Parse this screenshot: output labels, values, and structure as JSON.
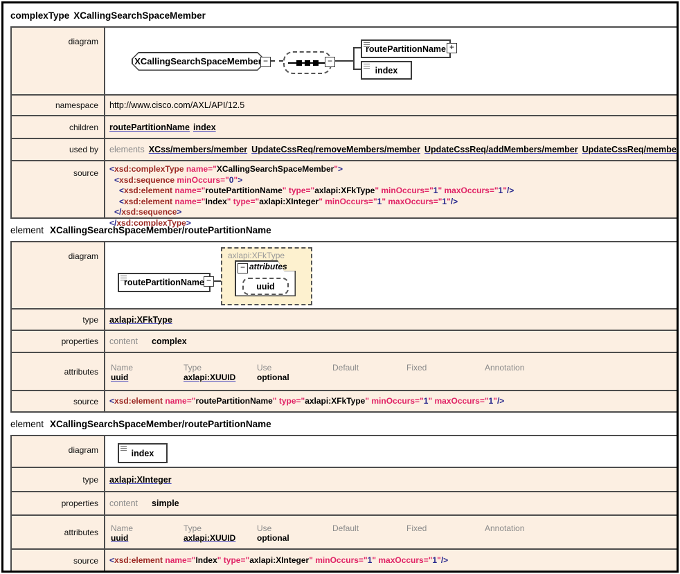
{
  "glyphs": {
    "collapse": "−",
    "expand": "+"
  },
  "colors": {
    "row_bg": "#fcefe2",
    "diagram_group_bg": "#fdf1cf",
    "table_border": "#4d4d4d",
    "code_tag": "#9c2a25",
    "code_attr": "#e02466",
    "code_number": "#26268c",
    "link_underline": "#4545bb"
  },
  "sections": [
    {
      "kind": "complexType",
      "title": "XCallingSearchSpaceMember",
      "row_labels": {
        "diagram": "diagram",
        "namespace": "namespace",
        "children": "children",
        "used_by": "used by",
        "source": "source"
      },
      "diagram": {
        "root": "XCallingSearchSpaceMember",
        "children": [
          "routePartitionName",
          "index"
        ]
      },
      "namespace": "http://www.cisco.com/AXL/API/12.5",
      "children_links": [
        "routePartitionName",
        "index"
      ],
      "used_by": {
        "prefix": "elements",
        "links": [
          "XCss/members/member",
          "UpdateCssReq/removeMembers/member",
          "UpdateCssReq/addMembers/member",
          "UpdateCssReq/members/member"
        ]
      },
      "source_lines": [
        {
          "indent": 0,
          "tokens": [
            [
              "p",
              "<"
            ],
            [
              "t",
              "xsd:complexType"
            ],
            [
              "a",
              " name=\""
            ],
            [
              "v",
              "XCallingSearchSpaceMember"
            ],
            [
              "a",
              "\""
            ],
            [
              "p",
              ">"
            ]
          ]
        },
        {
          "indent": 1,
          "tokens": [
            [
              "p",
              "<"
            ],
            [
              "t",
              "xsd:sequence"
            ],
            [
              "a",
              " minOccurs=\""
            ],
            [
              "n",
              "0"
            ],
            [
              "a",
              "\""
            ],
            [
              "p",
              ">"
            ]
          ]
        },
        {
          "indent": 2,
          "tokens": [
            [
              "p",
              "<"
            ],
            [
              "t",
              "xsd:element"
            ],
            [
              "a",
              " name=\""
            ],
            [
              "v",
              "routePartitionName"
            ],
            [
              "a",
              "\" type=\""
            ],
            [
              "v",
              "axlapi:XFkType"
            ],
            [
              "a",
              "\" minOccurs=\""
            ],
            [
              "n",
              "1"
            ],
            [
              "a",
              "\" maxOccurs=\""
            ],
            [
              "n",
              "1"
            ],
            [
              "a",
              "\""
            ],
            [
              "p",
              "/>"
            ]
          ]
        },
        {
          "indent": 2,
          "tokens": [
            [
              "p",
              "<"
            ],
            [
              "t",
              "xsd:element"
            ],
            [
              "a",
              " name=\""
            ],
            [
              "v",
              "Index"
            ],
            [
              "a",
              "\" type=\""
            ],
            [
              "v",
              "axlapi:XInteger"
            ],
            [
              "a",
              "\" minOccurs=\""
            ],
            [
              "n",
              "1"
            ],
            [
              "a",
              "\" maxOccurs=\""
            ],
            [
              "n",
              "1"
            ],
            [
              "a",
              "\""
            ],
            [
              "p",
              "/>"
            ]
          ]
        },
        {
          "indent": 1,
          "tokens": [
            [
              "p",
              "</"
            ],
            [
              "t",
              "xsd:sequence"
            ],
            [
              "p",
              ">"
            ]
          ]
        },
        {
          "indent": 0,
          "tokens": [
            [
              "p",
              "</"
            ],
            [
              "t",
              "xsd:complexType"
            ],
            [
              "p",
              ">"
            ]
          ]
        }
      ]
    },
    {
      "kind": "element",
      "title": "XCallingSearchSpaceMember/routePartitionName",
      "row_labels": {
        "diagram": "diagram",
        "type": "type",
        "properties": "properties",
        "attributes": "attributes",
        "source": "source"
      },
      "diagram": {
        "element": "routePartitionName",
        "group": "axlapi:XFkType",
        "attributes_label": "attributes",
        "attribute": "uuid"
      },
      "type_link": "axlapi:XFkType",
      "properties": {
        "key": "content",
        "value": "complex"
      },
      "attributes": {
        "headers": [
          "Name",
          "Type",
          "Use",
          "Default",
          "Fixed",
          "Annotation"
        ],
        "name": "uuid",
        "type": "axlapi:XUUID",
        "use": "optional",
        "default": "",
        "fixed": "",
        "annotation": ""
      },
      "source_lines": [
        {
          "indent": 0,
          "tokens": [
            [
              "p",
              "<"
            ],
            [
              "t",
              "xsd:element"
            ],
            [
              "a",
              " name=\""
            ],
            [
              "v",
              "routePartitionName"
            ],
            [
              "a",
              "\" type=\""
            ],
            [
              "v",
              "axlapi:XFkType"
            ],
            [
              "a",
              "\" minOccurs=\""
            ],
            [
              "n",
              "1"
            ],
            [
              "a",
              "\" maxOccurs=\""
            ],
            [
              "n",
              "1"
            ],
            [
              "a",
              "\""
            ],
            [
              "p",
              "/>"
            ]
          ]
        }
      ]
    },
    {
      "kind": "element",
      "title": "XCallingSearchSpaceMember/routePartitionName",
      "row_labels": {
        "diagram": "diagram",
        "type": "type",
        "properties": "properties",
        "attributes": "attributes",
        "source": "source"
      },
      "diagram": {
        "element": "index"
      },
      "type_link": "axlapi:XInteger",
      "properties": {
        "key": "content",
        "value": "simple"
      },
      "attributes": {
        "headers": [
          "Name",
          "Type",
          "Use",
          "Default",
          "Fixed",
          "Annotation"
        ],
        "name": "uuid",
        "type": "axlapi:XUUID",
        "use": "optional",
        "default": "",
        "fixed": "",
        "annotation": ""
      },
      "source_lines": [
        {
          "indent": 0,
          "tokens": [
            [
              "p",
              "<"
            ],
            [
              "t",
              "xsd:element"
            ],
            [
              "a",
              " name=\""
            ],
            [
              "v",
              "Index"
            ],
            [
              "a",
              "\" type=\""
            ],
            [
              "v",
              "axlapi:XInteger"
            ],
            [
              "a",
              "\" minOccurs=\""
            ],
            [
              "n",
              "1"
            ],
            [
              "a",
              "\" maxOccurs=\""
            ],
            [
              "n",
              "1"
            ],
            [
              "a",
              "\""
            ],
            [
              "p",
              "/>"
            ]
          ]
        }
      ]
    }
  ]
}
